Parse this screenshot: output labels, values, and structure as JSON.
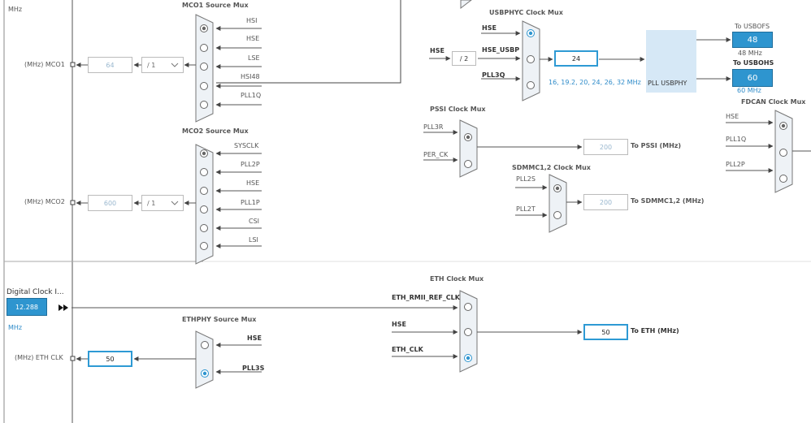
{
  "colors": {
    "accent": "#2e95cf",
    "line": "#444444",
    "mux_fill": "#eef2f6",
    "pll_fill": "#d6e8f6",
    "disabled_text": "#9ab8cf"
  },
  "top_left_unit": "MHz",
  "mco1": {
    "title": "MCO1 Source Mux",
    "inputs": [
      "HSI",
      "HSE",
      "LSE",
      "HSI48",
      "PLL1Q"
    ],
    "selected_index": 0,
    "divider": "/ 1",
    "value": "64",
    "pin_label": "(MHz) MCO1"
  },
  "mco2": {
    "title": "MCO2 Source Mux",
    "inputs": [
      "SYSCLK",
      "PLL2P",
      "HSE",
      "PLL1P",
      "CSI",
      "LSI"
    ],
    "selected_index": 0,
    "divider": "/ 1",
    "value": "600",
    "pin_label": "(MHz) MCO2"
  },
  "usbphyc": {
    "title": "USBPHYC Clock Mux",
    "inputs": [
      "HSE",
      "HSE_USBP",
      "PLL3Q"
    ],
    "selected_index": 0,
    "hse_in": "HSE",
    "hse_div": "/ 2",
    "value": "24",
    "freq_hint": "16, 19.2, 20, 24, 26, 32 MHz",
    "pll_label": "PLL USBPHY",
    "usbofs_label": "To USBOFS",
    "usbofs_value": "48",
    "usbofs_sub": "48 MHz",
    "usbohs_label": "To USBOHS",
    "usbohs_value": "60",
    "usbohs_sub": "60 MHz"
  },
  "fdcan": {
    "title": "FDCAN Clock Mux",
    "inputs": [
      "HSE",
      "PLL1Q",
      "PLL2P"
    ],
    "selected_index": 0
  },
  "pssi": {
    "title": "PSSI Clock Mux",
    "inputs": [
      "PLL3R",
      "PER_CK"
    ],
    "selected_index": 0,
    "value": "200",
    "out_label": "To PSSI (MHz)"
  },
  "sdmmc": {
    "title": "SDMMC1,2 Clock Mux",
    "inputs": [
      "PLL2S",
      "PLL2T"
    ],
    "selected_index": 0,
    "value": "200",
    "out_label": "To SDMMC1,2 (MHz)"
  },
  "digital_clock": {
    "label": "Digital Clock I...",
    "value": "12.288",
    "unit": "MHz"
  },
  "eth": {
    "title": "ETH Clock Mux",
    "inputs": [
      "ETH_RMII_REF_CLK",
      "HSE",
      "ETH_CLK"
    ],
    "selected_index": 2,
    "value": "50",
    "out_label": "To ETH (MHz)"
  },
  "ethphy": {
    "title": "ETHPHY Source Mux",
    "inputs": [
      "HSE",
      "PLL3S"
    ],
    "selected_index": 1,
    "value": "50",
    "pin_label": "(MHz) ETH CLK"
  }
}
